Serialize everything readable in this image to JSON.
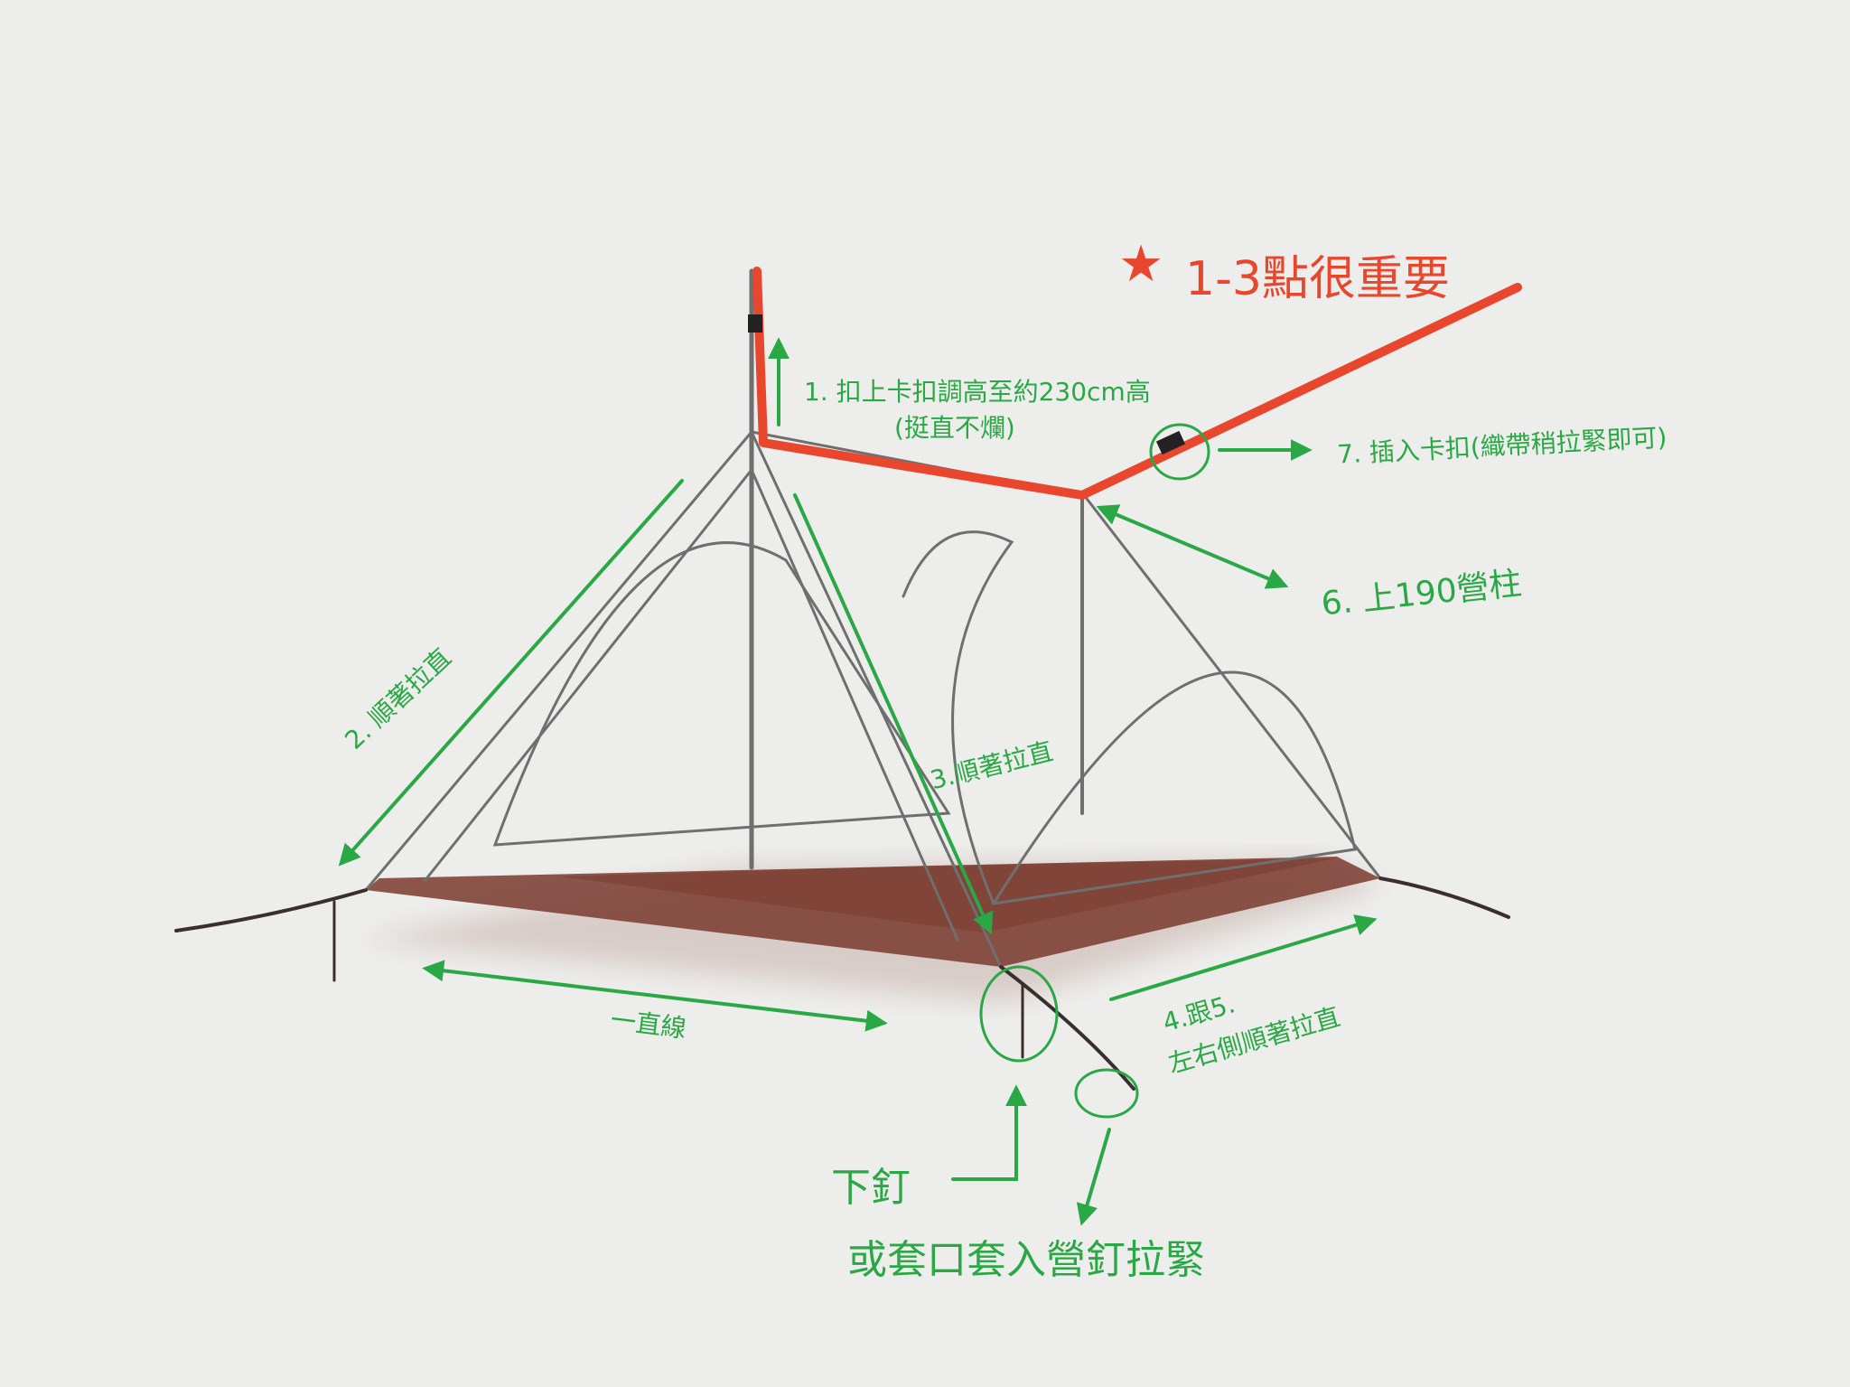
{
  "colors": {
    "background": "#ededeb",
    "annotation": "#2aa845",
    "guyline": "#e8472e",
    "pencil": "#6f6f6f",
    "floor": "#7a3a2e",
    "cord": "#3a2f2c"
  },
  "notes": {
    "star_symbol": "★",
    "important": "1-3點很重要",
    "step1_line1": "1. 扣上卡扣調高至約230cm高",
    "step1_line2": "(挺直不爛)",
    "step7": "7. 插入卡扣(織帶稍拉緊即可)",
    "step6": "6. 上190營柱",
    "step2": "2. 順著拉直",
    "step3": "3.順著拉直",
    "straight_line": "一直線",
    "step4": "4.跟5.",
    "step4_line2": "左右側順著拉直",
    "stake_down": "下釘",
    "or_loop": "或套口套入營釘拉緊"
  }
}
